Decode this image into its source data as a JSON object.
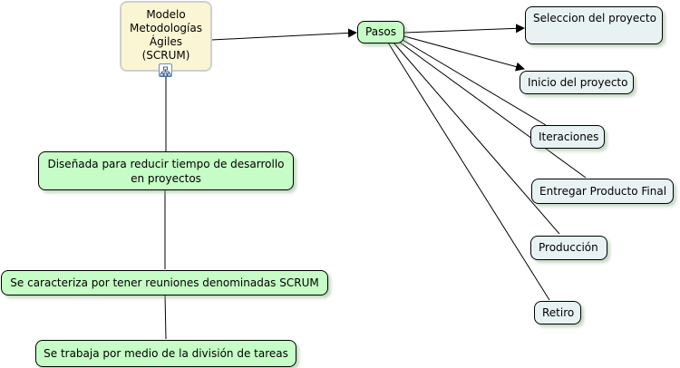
{
  "nodes": {
    "root": "Modelo\nMetodologías\nÁgiles\n(SCRUM)",
    "pasos": "Pasos",
    "seleccion": "Seleccion del proyecto",
    "inicio": "Inicio del proyecto",
    "iteraciones": "Iteraciones",
    "entregar": "Entregar Producto Final",
    "produccion": "Producción",
    "retiro": "Retiro",
    "disenada": "Diseñada para reducir tiempo de desarrollo\nen proyectos",
    "caracteriza": "Se caracteriza por tener  reuniones denominadas SCRUM",
    "trabaja": "Se trabaja por medio de la división de tareas"
  },
  "icons": {
    "root_badge": "hierarchy-icon"
  },
  "colors": {
    "green_node": "#c6fcc6",
    "blue_node": "#e9f2f3",
    "root_node": "#faf6d4"
  }
}
